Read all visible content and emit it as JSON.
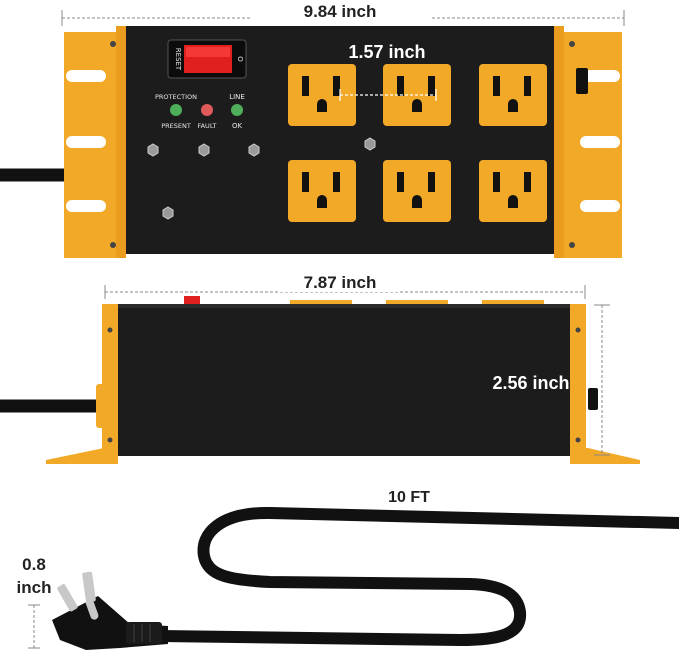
{
  "dimensions": {
    "width_top": "9.84 inch",
    "outlet_spacing": "1.57 inch",
    "width_side": "7.87 inch",
    "height_side": "2.56 inch",
    "cord_length": "10 FT",
    "plug_height_line1": "0.8",
    "plug_height_line2": "inch"
  },
  "panel_labels": {
    "reset": "RESET",
    "protection": "PROTECTION",
    "present": "PRESENT",
    "fault": "FAULT",
    "line": "LINE",
    "ok": "OK"
  },
  "colors": {
    "body": "#1c1c1c",
    "accent": "#f2a928",
    "switch": "#e0201e",
    "led_green": "#4fae5a",
    "led_red": "#e05a5a"
  }
}
